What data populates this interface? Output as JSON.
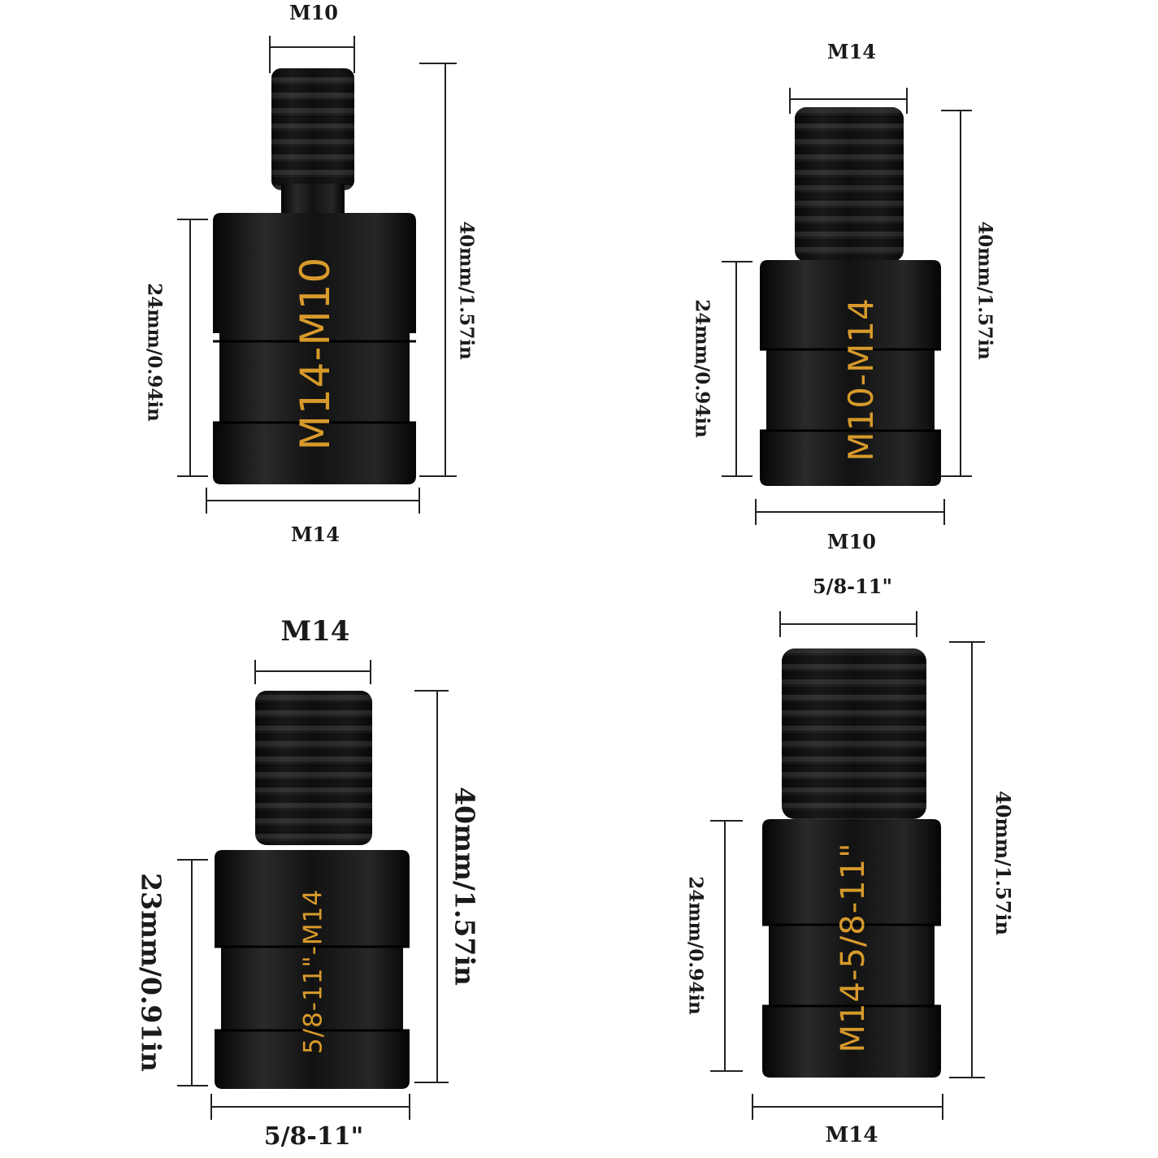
{
  "colors": {
    "metal": "#141414",
    "engraving": "#d79a2b",
    "dimension_line": "#222222"
  },
  "adapters": [
    {
      "engraving": "M14-M10",
      "top_thread": "M10",
      "bottom_thread": "M14",
      "body_length": "24mm/0.94in",
      "total_length": "40mm/1.57in"
    },
    {
      "engraving": "M10-M14",
      "top_thread": "M14",
      "bottom_thread": "M10",
      "body_length": "24mm/0.94in",
      "total_length": "40mm/1.57in"
    },
    {
      "engraving": "5/8-11\"-M14",
      "top_thread": "M14",
      "bottom_thread": "5/8-11\"",
      "body_length": "23mm/0.91in",
      "total_length": "40mm/1.57in"
    },
    {
      "engraving": "M14-5/8-11\"",
      "top_thread": "5/8-11\"",
      "bottom_thread": "M14",
      "body_length": "24mm/0.94in",
      "total_length": "40mm/1.57in"
    }
  ]
}
